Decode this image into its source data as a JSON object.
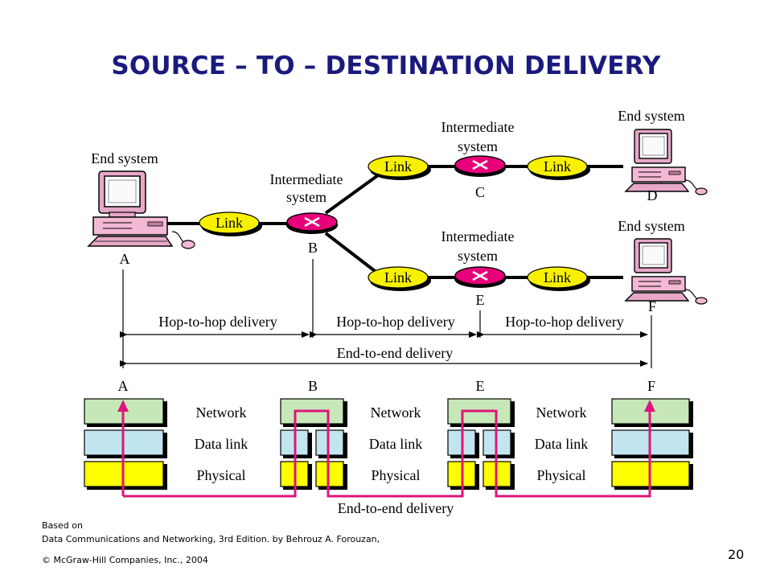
{
  "slide": {
    "title": "SOURCE – TO – DESTINATION DELIVERY",
    "page_number": "20",
    "footer": {
      "based_on": "Based on",
      "book": "Data Communications and Networking, 3rd Edition. by Behrouz A. Forouzan,",
      "copyright": "© McGraw-Hill Companies, Inc., 2004"
    }
  },
  "diagram": {
    "end_system_label": "End system",
    "intermediate_line1": "Intermediate",
    "intermediate_line2": "system",
    "link_label": "Link",
    "nodes": {
      "A": "A",
      "B": "B",
      "C": "C",
      "D": "D",
      "E": "E",
      "F": "F"
    },
    "hop_labels": [
      "Hop-to-hop delivery",
      "Hop-to-hop delivery",
      "Hop-to-hop delivery"
    ],
    "end_to_end_label": "End-to-end delivery",
    "layers": {
      "network": "Network",
      "data_link": "Data link",
      "physical": "Physical"
    },
    "colors": {
      "title": "#1a1a7e",
      "network_layer": "#c6e8b8",
      "data_link_layer": "#c2e6f0",
      "physical_layer": "#ffff00",
      "link_oval": "#f7f000",
      "router": "#e8007a",
      "path": "#e0147c",
      "computer_body": "#f2b8d4"
    }
  }
}
